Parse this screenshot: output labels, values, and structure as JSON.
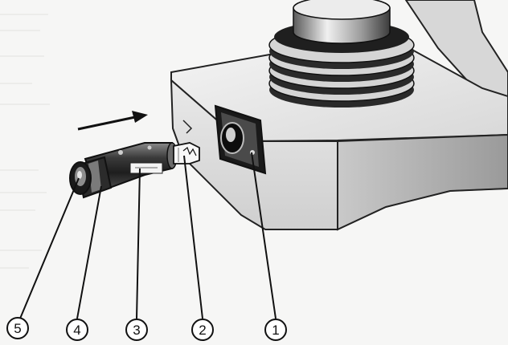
{
  "colors": {
    "ink": "#111111",
    "paper": "#f6f6f5",
    "metal_light": "#e6e6e6",
    "metal_dark": "#3a3a3a"
  },
  "callouts": [
    {
      "id": "1",
      "label": "1"
    },
    {
      "id": "2",
      "label": "2"
    },
    {
      "id": "3",
      "label": "3"
    },
    {
      "id": "4",
      "label": "4"
    },
    {
      "id": "5",
      "label": "5"
    }
  ],
  "arrow": {
    "direction": "right"
  }
}
